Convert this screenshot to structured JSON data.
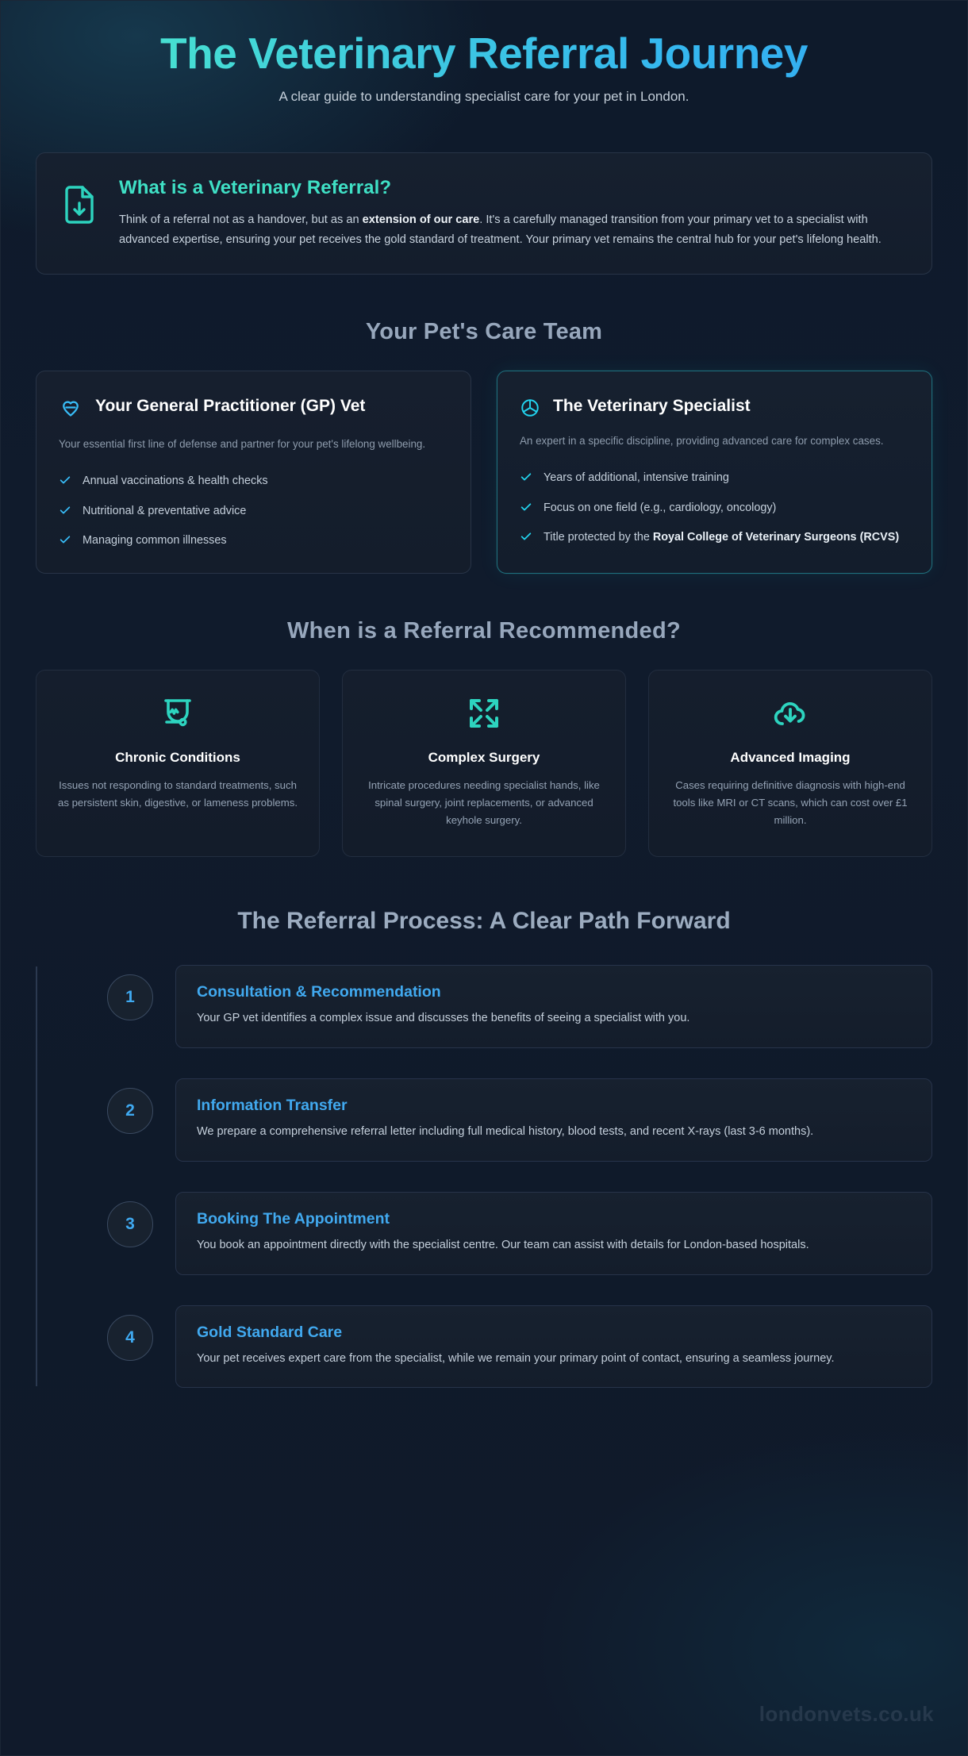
{
  "header": {
    "title": "The Veterinary Referral Journey",
    "subtitle": "A clear guide to understanding specialist care for your pet in London."
  },
  "definition": {
    "icon": "file-download-icon",
    "title": "What is a Veterinary Referral?",
    "text_part1": "Think of a referral not as a handover, but as an ",
    "text_bold": "extension of our care",
    "text_part2": ". It's a carefully managed transition from your primary vet to a specialist with advanced expertise, ensuring your pet receives the gold standard of treatment. Your primary vet remains the central hub for your pet's lifelong health."
  },
  "care_team": {
    "section_title": "Your Pet's Care Team",
    "cards": [
      {
        "icon": "heart-pulse-icon",
        "title": "Your General Practitioner (GP) Vet",
        "description": "Your essential first line of defense and partner for your pet's lifelong wellbeing.",
        "items": [
          "Annual vaccinations & health checks",
          "Nutritional & preventative advice",
          "Managing common illnesses"
        ]
      },
      {
        "icon": "specialist-badge-icon",
        "title": "The Veterinary Specialist",
        "description": "An expert in a specific discipline, providing advanced care for complex cases.",
        "items": [
          "Years of additional, intensive training",
          "Focus on one field (e.g., cardiology, oncology)"
        ],
        "item_last_prefix": "Title protected by the ",
        "item_last_bold": "Royal College of Veterinary Surgeons (RCVS)"
      }
    ]
  },
  "reasons": {
    "section_title": "When is a Referral Recommended?",
    "cards": [
      {
        "icon": "stethoscope-monitor-icon",
        "title": "Chronic Conditions",
        "description": "Issues not responding to standard treatments, such as persistent skin, digestive, or lameness problems."
      },
      {
        "icon": "expand-arrows-icon",
        "title": "Complex Surgery",
        "description": "Intricate procedures needing specialist hands, like spinal surgery, joint replacements, or advanced keyhole surgery."
      },
      {
        "icon": "cloud-download-icon",
        "title": "Advanced Imaging",
        "description": "Cases requiring definitive diagnosis with high-end tools like MRI or CT scans, which can cost over £1 million."
      }
    ]
  },
  "process": {
    "section_title": "The Referral Process: A Clear Path Forward",
    "steps": [
      {
        "number": "1",
        "title": "Consultation & Recommendation",
        "description": "Your GP vet identifies a complex issue and discusses the benefits of seeing a specialist with you."
      },
      {
        "number": "2",
        "title": "Information Transfer",
        "description": "We prepare a comprehensive referral letter including full medical history, blood tests, and recent X-rays (last 3-6 months)."
      },
      {
        "number": "3",
        "title": "Booking The Appointment",
        "description": "You book an appointment directly with the specialist centre. Our team can assist with details for London-based hospitals."
      },
      {
        "number": "4",
        "title": "Gold Standard Care",
        "description": "Your pet receives expert care from the specialist, while we remain your primary point of contact, ensuring a seamless journey."
      }
    ]
  },
  "watermark": "londonvets.co.uk",
  "colors": {
    "teal": "#2dd4bf",
    "cyan": "#22d3ee",
    "blue": "#38bdf8",
    "background": "#101b2c",
    "card": "#161f2e",
    "heading_muted": "#97a7bc"
  }
}
